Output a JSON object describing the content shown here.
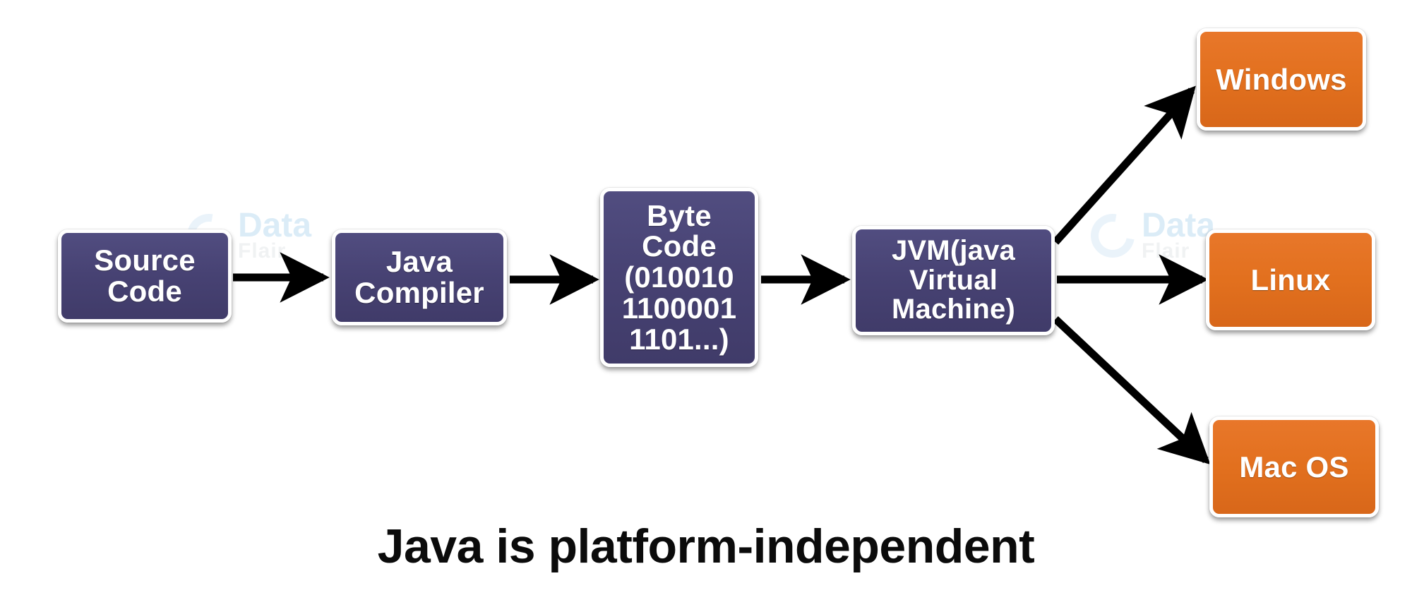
{
  "diagram": {
    "title": "Java is platform-independent",
    "colors": {
      "purple": "#474273",
      "orange": "#e2701e",
      "arrow": "#000000",
      "box_border": "#ffffff",
      "caption": "#0b0b0b",
      "watermark_blue": "#8cc3e8",
      "watermark_grey": "#cfd5d8"
    },
    "pipeline": [
      {
        "id": "source-code",
        "label": "Source\nCode",
        "color": "purple"
      },
      {
        "id": "java-compiler",
        "label": "Java\nCompiler",
        "color": "purple"
      },
      {
        "id": "byte-code",
        "label": "Byte\nCode\n(010010\n1100001\n1101...)",
        "color": "purple"
      },
      {
        "id": "jvm",
        "label": "JVM(java\nVirtual\nMachine)",
        "color": "purple"
      }
    ],
    "platforms": [
      {
        "id": "windows",
        "label": "Windows",
        "color": "orange"
      },
      {
        "id": "linux",
        "label": "Linux",
        "color": "orange"
      },
      {
        "id": "mac-os",
        "label": "Mac OS",
        "color": "orange"
      }
    ],
    "connections": [
      {
        "from": "source-code",
        "to": "java-compiler",
        "style": "straight-horizontal"
      },
      {
        "from": "java-compiler",
        "to": "byte-code",
        "style": "straight-horizontal"
      },
      {
        "from": "byte-code",
        "to": "jvm",
        "style": "straight-horizontal"
      },
      {
        "from": "jvm",
        "to": "windows",
        "style": "diagonal-up"
      },
      {
        "from": "jvm",
        "to": "linux",
        "style": "straight-horizontal"
      },
      {
        "from": "jvm",
        "to": "mac-os",
        "style": "diagonal-down"
      }
    ],
    "watermarks": [
      {
        "id": "watermark-left",
        "line1": "Data",
        "line2": "Flair"
      },
      {
        "id": "watermark-right",
        "line1": "Data",
        "line2": "Flair"
      }
    ]
  }
}
